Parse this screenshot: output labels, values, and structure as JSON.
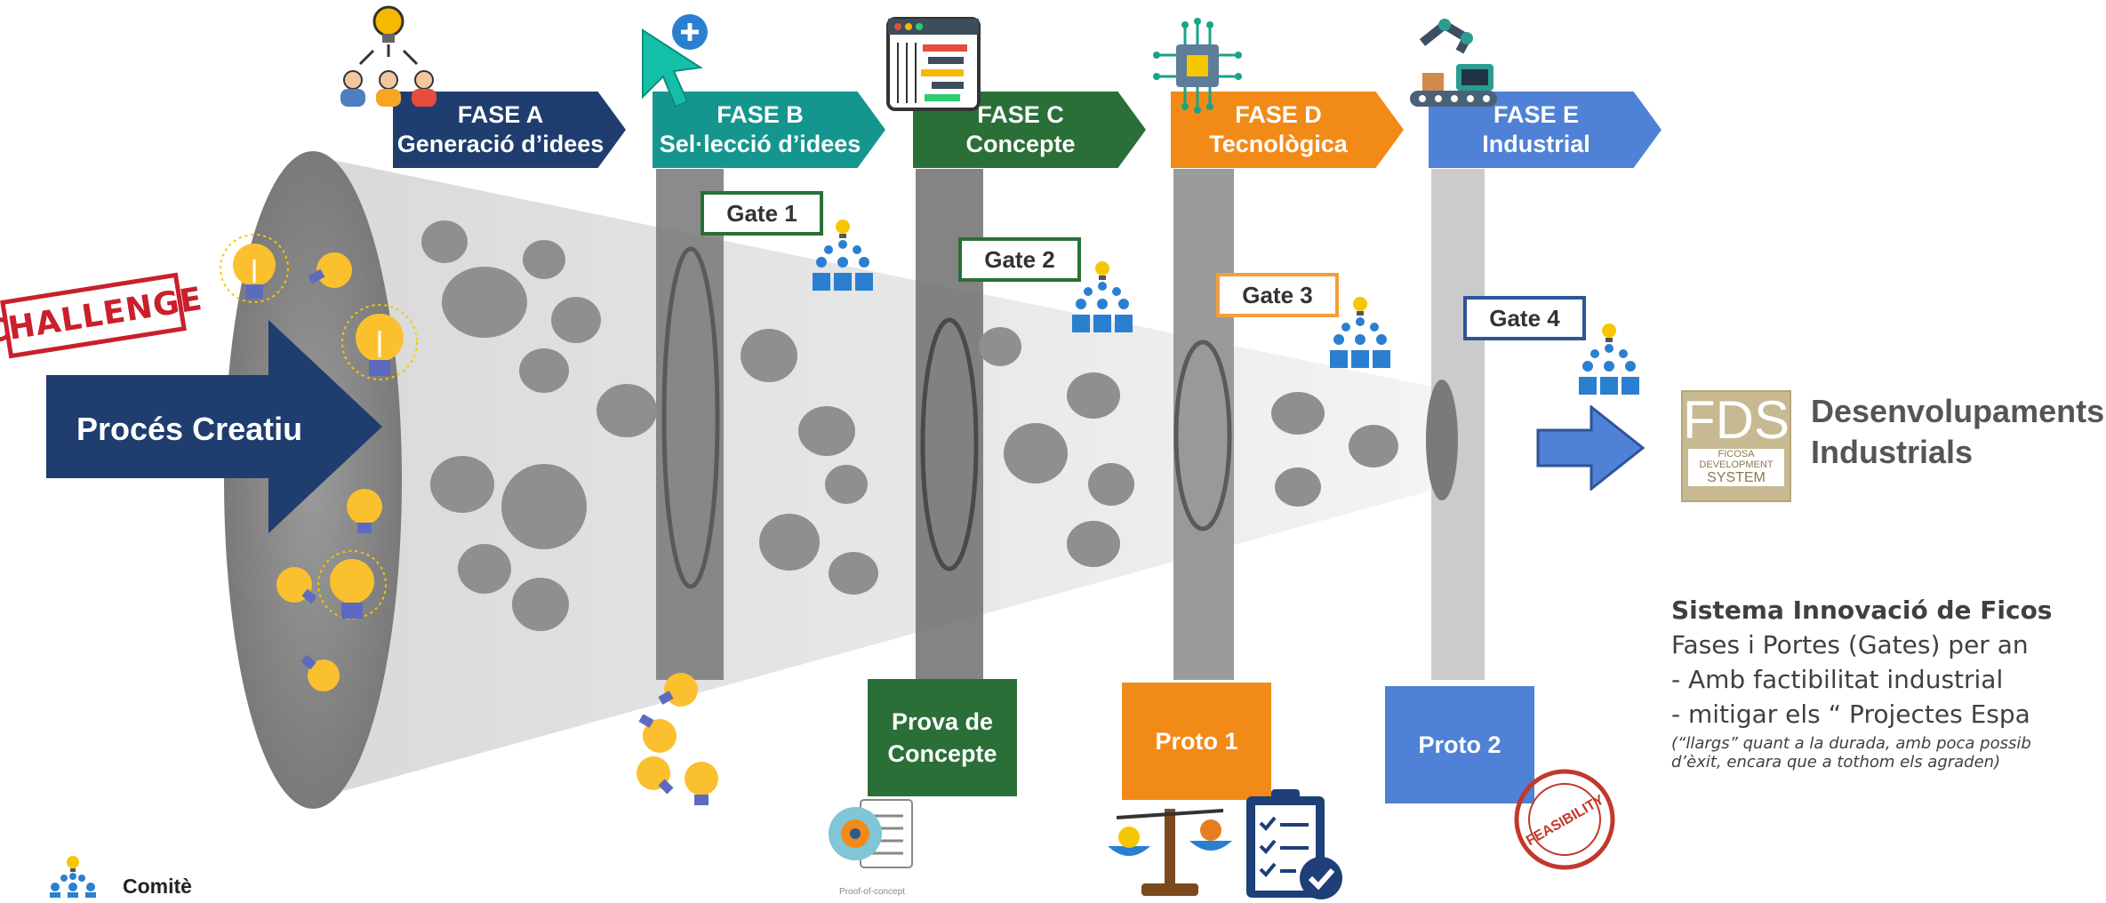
{
  "phases": [
    {
      "line1": "FASE A",
      "line2": "Generació d’idees",
      "color": "#1f3d6e"
    },
    {
      "line1": "FASE B",
      "line2": "Sel·lecció d’idees",
      "color": "#14968f"
    },
    {
      "line1": "FASE C",
      "line2": "Concepte",
      "color": "#2a6f37"
    },
    {
      "line1": "FASE D",
      "line2": "Tecnològica",
      "color": "#f28a18"
    },
    {
      "line1": "FASE E",
      "line2": "Industrial",
      "color": "#4f81d6"
    }
  ],
  "gates": [
    {
      "label": "Gate 1",
      "color": "#2a6f37"
    },
    {
      "label": "Gate 2",
      "color": "#2a6f37"
    },
    {
      "label": "Gate 3",
      "color": "#f2a03c"
    },
    {
      "label": "Gate 4",
      "color": "#2f5597"
    }
  ],
  "challenge_label": "CHALLENGE",
  "creative_process": "Procés Creatiu",
  "prova": {
    "line1": "Prova de",
    "line2": "Concepte",
    "color": "#2a6f37"
  },
  "proto1": {
    "label": "Proto 1",
    "color": "#f28a18"
  },
  "proto2": {
    "label": "Proto 2",
    "color": "#4f81d6"
  },
  "fds": {
    "letters": "FDS",
    "sub1": "FICOSA",
    "sub2": "DEVELOPMENT",
    "sub3": "SYSTEM",
    "title_line1": "Desenvolupaments",
    "title_line2": "Industrials"
  },
  "innovation": {
    "title": "Sistema Innovació de  Ficos",
    "line1": "Fases i Portes (Gates) per an",
    "line2": "- Amb factibilitat industrial",
    "line3": "- mitigar els “ Projectes Espa",
    "note1": "(“llargs” quant a la durada, amb poca possib",
    "note2": "d’èxit, encara que a tothom els agraden)"
  },
  "committee_label": "Comitè",
  "stamp_text": "FEASIBILITY",
  "poc_caption": "Proof-of-concept",
  "icons": [
    "idea-team-icon",
    "cursor-plus-icon",
    "gantt-window-icon",
    "chip-icon",
    "robot-arm-icon",
    "lightbulb-icon",
    "committee-icon",
    "balance-scale-icon",
    "checklist-icon",
    "feasibility-stamp-icon",
    "proof-of-concept-icon",
    "right-arrow-icon"
  ]
}
